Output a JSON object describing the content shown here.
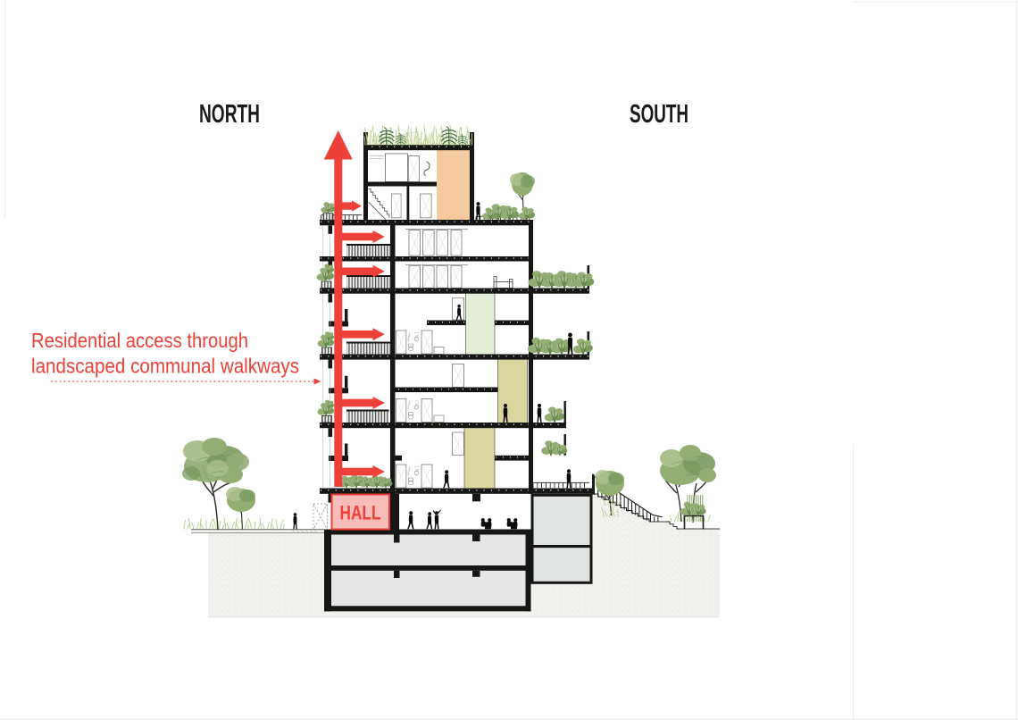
{
  "document": {
    "type": "architectural-section-diagram"
  },
  "labels": {
    "north": "NORTH",
    "south": "SOUTH"
  },
  "annotation": {
    "line1": "Residential access through",
    "line2": "landscaped communal walkways"
  },
  "hall_label": "HALL",
  "colors": {
    "red": "#ec4038",
    "ink": "#161614",
    "hall_fill": "#f8bcba",
    "orange_shaft": "#f6caa0",
    "green_shaft": "#e3edd7",
    "olive_shaft": "#dbd5a0",
    "basement_gray": "#e4e7e6",
    "annex_gray": "#e0e4e3",
    "foliage": "#93ad73",
    "foliage_light": "#abc08c",
    "foliage_dark": "#7a9a5e",
    "grass": "#b4ca87"
  }
}
